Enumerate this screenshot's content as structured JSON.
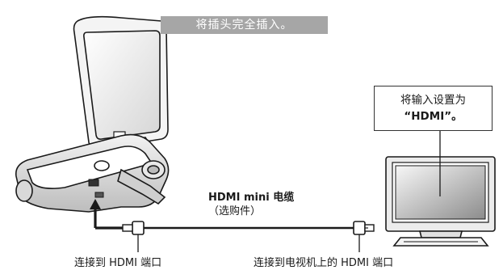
{
  "instruction": "将插头完全插入。",
  "callout": {
    "line1": "将输入设置为",
    "line2": "“HDMI”。"
  },
  "cable": {
    "name": "HDMI mini 电缆",
    "note": "（选购件）"
  },
  "labels": {
    "camera_port": "连接到 HDMI 端口",
    "tv_port": "连接到电视机上的 HDMI 端口"
  },
  "icons": {
    "camera": "camcorder-icon",
    "tv": "television-icon",
    "arrow": "insert-arrow-icon"
  }
}
